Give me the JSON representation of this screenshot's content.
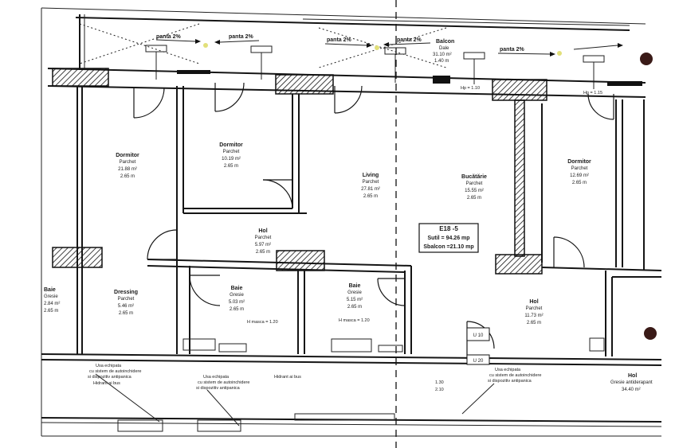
{
  "plan": {
    "slope_labels": [
      "panta 2%",
      "panta 2%",
      "panta 2%",
      "panta 2%",
      "panta 2%"
    ],
    "balcony": {
      "name": "Balcon",
      "finish": "Dale",
      "area": "31.10 m²",
      "height": "1.40 m"
    },
    "rooms": [
      {
        "id": "dormitor-left",
        "name": "Dormitor",
        "finish": "Parchet",
        "area": "21.88 m²",
        "height": "2.65 m"
      },
      {
        "id": "dormitor-mid",
        "name": "Dormitor",
        "finish": "Parchet",
        "area": "10.19 m²",
        "height": "2.65 m"
      },
      {
        "id": "living",
        "name": "Living",
        "finish": "Parchet",
        "area": "27.81 m²",
        "height": "2.65 m"
      },
      {
        "id": "bucatarie",
        "name": "Bucătărie",
        "finish": "Parchet",
        "area": "15.55 m²",
        "height": "2.65 m"
      },
      {
        "id": "dormitor-right",
        "name": "Dormitor",
        "finish": "Parchet",
        "area": "12.69 m²",
        "height": "2.65 m"
      },
      {
        "id": "hol-mid",
        "name": "Hol",
        "finish": "Parchet",
        "area": "5.97 m²",
        "height": "2.65 m"
      },
      {
        "id": "dressing",
        "name": "Dressing",
        "finish": "Parchet",
        "area": "5.46 m²",
        "height": "2.65 m"
      },
      {
        "id": "baie-1",
        "name": "Baie",
        "finish": "Gresie",
        "area": "5.03 m²",
        "height": "2.65 m"
      },
      {
        "id": "baie-2",
        "name": "Baie",
        "finish": "Gresie",
        "area": "5.15 m²",
        "height": "2.65 m"
      },
      {
        "id": "hol-right",
        "name": "Hol",
        "finish": "Parchet",
        "area": "11.73 m²",
        "height": "2.65 m"
      },
      {
        "id": "baie-left",
        "name": "Baie",
        "finish": "Gresie",
        "area": "2.84 m²",
        "height": "2.65 m"
      },
      {
        "id": "hol-entry",
        "name": "Hol",
        "finish": "Gresie antiderapant",
        "area": "34.40 m²",
        "height": ""
      }
    ],
    "unit_box": {
      "code": "E18 -5",
      "s_util": "Sutil = 94.26 mp",
      "s_balcon": "Sbalcon =21.10 mp"
    },
    "sill_label": "Hp = 1.10",
    "sill_label_2": "Hp = 1.15",
    "sink_note": "H masca = 1.20",
    "corridor_notes": [
      "Usa echipata",
      "cu sistem de autoinchidere",
      "si dispozitiv antipanica",
      "Hidrant ai bus"
    ],
    "door_codes": [
      "U 10",
      "U 20",
      "1.30",
      "2.10"
    ]
  }
}
